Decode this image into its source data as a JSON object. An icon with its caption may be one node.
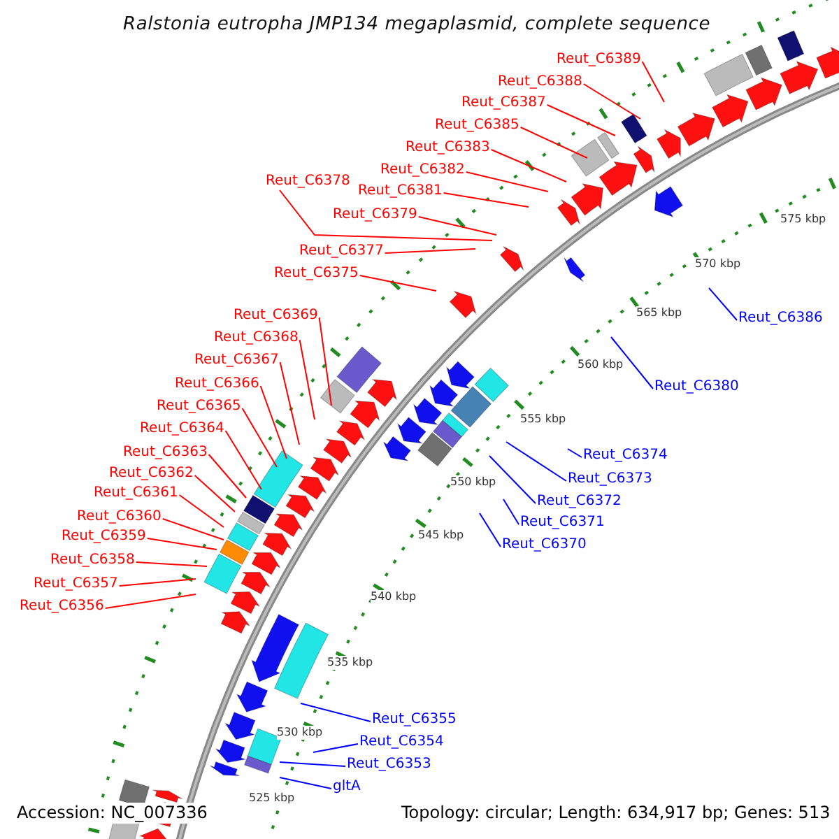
{
  "diagram": {
    "title": "Ralstonia eutropha JMP134 megaplasmid, complete sequence",
    "nodes": [
      {
        "text": [
          "Reut_C6389"
        ]
      },
      {
        "text": [
          "Reut_C6388"
        ]
      },
      {
        "text": [
          "Reut_C6387"
        ]
      },
      {
        "text": [
          "Reut_C6385"
        ]
      },
      {
        "text": [
          "Reut_C6383"
        ]
      },
      {
        "text": [
          "Reut_C6382"
        ]
      },
      {
        "text": [
          "Reut_C6381"
        ]
      },
      {
        "text": [
          "Reut_C6378"
        ]
      },
      {
        "text": [
          "Reut_C6379"
        ]
      },
      {
        "text": [
          "Reut_C6377"
        ]
      },
      {
        "text": [
          "Reut_C6375"
        ]
      },
      {
        "text": [
          "Reut_C6369"
        ]
      },
      {
        "text": [
          "Reut_C6368"
        ]
      },
      {
        "text": [
          "Reut_C6367"
        ]
      },
      {
        "text": [
          "Reut_C6366"
        ]
      },
      {
        "text": [
          "Reut_C6365"
        ]
      },
      {
        "text": [
          "Reut_C6364"
        ]
      },
      {
        "text": [
          "Reut_C6363"
        ]
      },
      {
        "text": [
          "Reut_C6362"
        ]
      },
      {
        "text": [
          "Reut_C6361"
        ]
      },
      {
        "text": [
          "Reut_C6360"
        ]
      },
      {
        "text": [
          "Reut_C6359"
        ]
      },
      {
        "text": [
          "Reut_C6358"
        ]
      },
      {
        "text": [
          "Reut_C6357"
        ]
      },
      {
        "text": [
          "Reut_C6356"
        ]
      },
      {
        "text": [
          "Reut_C6386"
        ]
      },
      {
        "text": [
          "Reut_C6380"
        ]
      },
      {
        "text": [
          "Reut_C6374"
        ]
      },
      {
        "text": [
          "Reut_C6373"
        ]
      },
      {
        "text": [
          "Reut_C6372"
        ]
      },
      {
        "text": [
          "Reut_C6371"
        ]
      },
      {
        "text": [
          "Reut_C6370"
        ]
      },
      {
        "text": [
          "Reut_C6355"
        ]
      },
      {
        "text": [
          "Reut_C6354"
        ]
      },
      {
        "text": [
          "Reut_C6353"
        ]
      },
      {
        "text": [
          "gltA"
        ]
      }
    ],
    "edges": [
      {
        "from": 0,
        "to": null,
        "arrow": "none"
      },
      {
        "from": 1,
        "to": null,
        "arrow": "none"
      },
      {
        "from": 2,
        "to": null,
        "arrow": "none"
      },
      {
        "from": 3,
        "to": null,
        "arrow": "none"
      },
      {
        "from": 4,
        "to": null,
        "arrow": "none"
      },
      {
        "from": 5,
        "to": null,
        "arrow": "none"
      },
      {
        "from": 6,
        "to": null,
        "arrow": "none"
      },
      {
        "from": 7,
        "to": null,
        "arrow": "none"
      },
      {
        "from": 8,
        "to": null,
        "arrow": "none"
      },
      {
        "from": 9,
        "to": null,
        "arrow": "none"
      },
      {
        "from": 10,
        "to": null,
        "arrow": "none"
      },
      {
        "from": 11,
        "to": null,
        "arrow": "none"
      },
      {
        "from": 12,
        "to": null,
        "arrow": "none"
      },
      {
        "from": 13,
        "to": null,
        "arrow": "none"
      },
      {
        "from": 14,
        "to": null,
        "arrow": "none"
      },
      {
        "from": 15,
        "to": null,
        "arrow": "none"
      },
      {
        "from": 16,
        "to": null,
        "arrow": "none"
      },
      {
        "from": 17,
        "to": null,
        "arrow": "none"
      },
      {
        "from": 18,
        "to": null,
        "arrow": "none"
      },
      {
        "from": 19,
        "to": null,
        "arrow": "none"
      },
      {
        "from": 20,
        "to": null,
        "arrow": "none"
      },
      {
        "from": 21,
        "to": null,
        "arrow": "none"
      },
      {
        "from": 22,
        "to": null,
        "arrow": "none"
      },
      {
        "from": 23,
        "to": null,
        "arrow": "none"
      },
      {
        "from": 24,
        "to": null,
        "arrow": "none"
      },
      {
        "from": 25,
        "to": null,
        "arrow": "none",
        "color": "#0000ff"
      },
      {
        "from": 26,
        "to": null,
        "arrow": "none",
        "color": "#0000ff"
      },
      {
        "from": 27,
        "to": null,
        "arrow": "none",
        "color": "#0000ff"
      },
      {
        "from": 28,
        "to": null,
        "arrow": "none",
        "color": "#0000ff"
      },
      {
        "from": 29,
        "to": null,
        "arrow": "none",
        "color": "#0000ff"
      },
      {
        "from": 30,
        "to": null,
        "arrow": "none",
        "color": "#0000ff"
      },
      {
        "from": 31,
        "to": null,
        "arrow": "none",
        "color": "#0000ff"
      },
      {
        "from": 32,
        "to": null,
        "arrow": "none",
        "color": "#0000ff"
      },
      {
        "from": 33,
        "to": null,
        "arrow": "none",
        "color": "#0000ff"
      },
      {
        "from": 34,
        "to": null,
        "arrow": "none",
        "color": "#0000ff"
      },
      {
        "from": 35,
        "to": null,
        "arrow": "none",
        "color": "#0000ff"
      }
    ],
    "labels": [
      "575 kbp",
      "570 kbp",
      "565 kbp",
      "560 kbp",
      "555 kbp",
      "550 kbp",
      "545 kbp",
      "540 kbp",
      "535 kbp",
      "530 kbp",
      "525 kbp",
      "Accession: NC_007336",
      "Topology: circular; Length: 634,917 bp; Genes: 513"
    ]
  }
}
